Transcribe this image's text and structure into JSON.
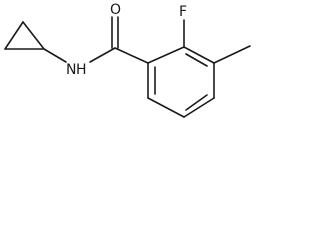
{
  "atoms": {
    "oxygen": "O",
    "fluorine": "F",
    "amide_nitrogen": "N",
    "amide_hydrogen": "H"
  }
}
